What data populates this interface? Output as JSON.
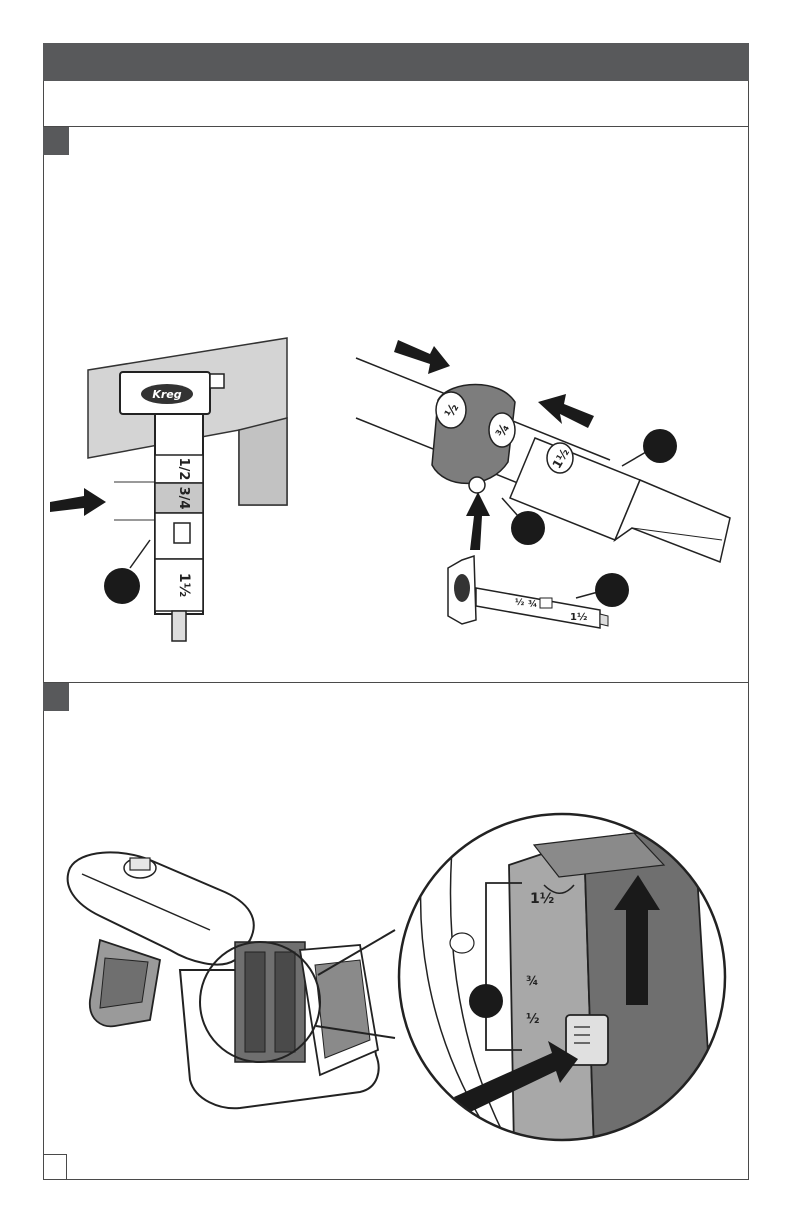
{
  "labels": {
    "depth_gauge_1": "1/2",
    "depth_gauge_2": "3/4",
    "depth_gauge_3": "1½",
    "collar_1": "½",
    "collar_2": "¾",
    "bit_mark": "1½",
    "small_gauge_1": "½",
    "small_gauge_2": "¾",
    "small_gauge_3": "1½",
    "jig_1": "1½",
    "jig_2": "¾",
    "jig_3": "½"
  },
  "logo_text": "Kreg",
  "colors": {
    "header_gray": "#58595b",
    "callout_black": "#1a1a1a",
    "line": "#333333",
    "panel_gray": "#8a8a8a"
  }
}
